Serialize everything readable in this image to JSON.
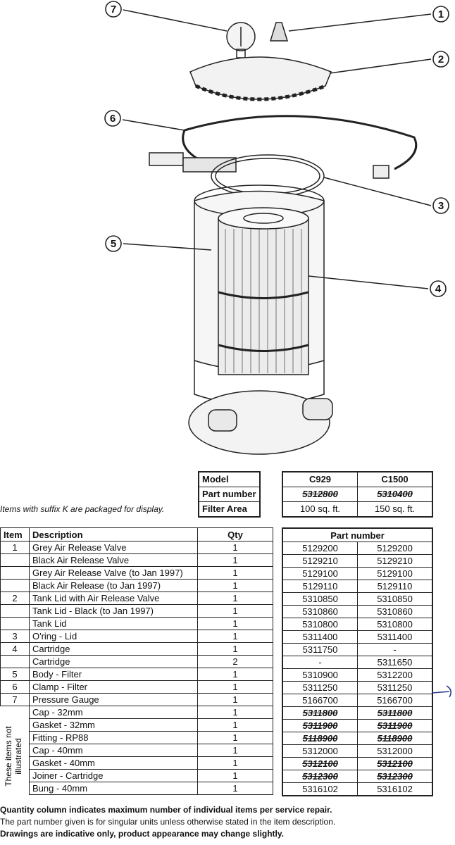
{
  "callouts": [
    "1",
    "2",
    "3",
    "4",
    "5",
    "6",
    "7"
  ],
  "suffix_note": "Items with suffix K are packaged for display.",
  "model_table": {
    "rows": [
      {
        "label": "Model",
        "c929": "C929",
        "c1500": "C1500",
        "struck": false
      },
      {
        "label": "Part number",
        "c929": "5312800",
        "c1500": "5310400",
        "struck": true
      },
      {
        "label": "Filter Area",
        "c929": "100 sq. ft.",
        "c1500": "150 sq. ft.",
        "struck": false
      }
    ]
  },
  "parts_table": {
    "headers": {
      "item": "Item",
      "description": "Description",
      "qty": "Qty",
      "part_number": "Part number"
    },
    "rows": [
      {
        "item": "1",
        "description": "Grey Air Release Valve",
        "qty": "1",
        "c929": "5129200",
        "c1500": "5129200",
        "struck": false
      },
      {
        "item": "",
        "description": "Black Air Release Valve",
        "qty": "1",
        "c929": "5129210",
        "c1500": "5129210",
        "struck": false
      },
      {
        "item": "",
        "description": "Grey Air Release Valve (to Jan 1997)",
        "qty": "1",
        "c929": "5129100",
        "c1500": "5129100",
        "struck": false
      },
      {
        "item": "",
        "description": "Black Air Release (to Jan 1997)",
        "qty": "1",
        "c929": "5129110",
        "c1500": "5129110",
        "struck": false
      },
      {
        "item": "2",
        "description": "Tank Lid with Air Release Valve",
        "qty": "1",
        "c929": "5310850",
        "c1500": "5310850",
        "struck": false
      },
      {
        "item": "",
        "description": "Tank Lid - Black (to Jan 1997)",
        "qty": "1",
        "c929": "5310860",
        "c1500": "5310860",
        "struck": false
      },
      {
        "item": "",
        "description": "Tank Lid",
        "qty": "1",
        "c929": "5310800",
        "c1500": "5310800",
        "struck": false
      },
      {
        "item": "3",
        "description": "O'ring - Lid",
        "qty": "1",
        "c929": "5311400",
        "c1500": "5311400",
        "struck": false
      },
      {
        "item": "4",
        "description": "Cartridge",
        "qty": "1",
        "c929": "5311750",
        "c1500": "-",
        "struck": false
      },
      {
        "item": "",
        "description": "Cartridge",
        "qty": "2",
        "c929": "-",
        "c1500": "5311650",
        "struck": false
      },
      {
        "item": "5",
        "description": "Body - Filter",
        "qty": "1",
        "c929": "5310900",
        "c1500": "5312200",
        "struck": false
      },
      {
        "item": "6",
        "description": "Clamp - Filter",
        "qty": "1",
        "c929": "5311250",
        "c1500": "5311250",
        "struck": false
      },
      {
        "item": "7",
        "description": "Pressure Gauge",
        "qty": "1",
        "c929": "5166700",
        "c1500": "5166700",
        "struck": false
      },
      {
        "item": "",
        "description": "Cap - 32mm",
        "qty": "1",
        "c929": "5311800",
        "c1500": "5311800",
        "struck": true
      },
      {
        "item": "",
        "description": "Gasket - 32mm",
        "qty": "1",
        "c929": "5311900",
        "c1500": "5311900",
        "struck": true
      },
      {
        "item": "",
        "description": "Fitting - RP88",
        "qty": "1",
        "c929": "5118900",
        "c1500": "5118900",
        "struck": true
      },
      {
        "item": "",
        "description": "Cap - 40mm",
        "qty": "1",
        "c929": "5312000",
        "c1500": "5312000",
        "struck": false
      },
      {
        "item": "",
        "description": "Gasket - 40mm",
        "qty": "1",
        "c929": "5312100",
        "c1500": "5312100",
        "struck": true
      },
      {
        "item": "",
        "description": "Joiner - Cartridge",
        "qty": "1",
        "c929": "5312300",
        "c1500": "5312300",
        "struck": true
      },
      {
        "item": "",
        "description": "Bung - 40mm",
        "qty": "1",
        "c929": "5316102",
        "c1500": "5316102",
        "struck": false
      }
    ],
    "not_illustrated_label_1": "These items not",
    "not_illustrated_label_2": "illustrated"
  },
  "footer": {
    "line1": "Quantity column indicates maximum number of individual items per service repair.",
    "line2": "The part number given is for singular units unless otherwise stated in the item description.",
    "line3": "Drawings are indicative only, product appearance may change slightly."
  }
}
